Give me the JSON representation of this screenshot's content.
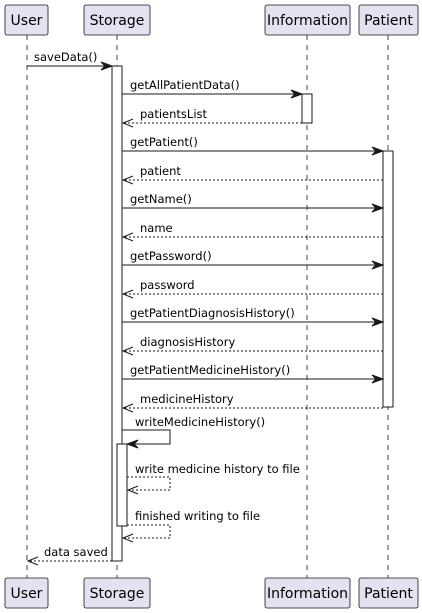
{
  "participants": [
    {
      "id": "user",
      "label": "User"
    },
    {
      "id": "storage",
      "label": "Storage"
    },
    {
      "id": "information",
      "label": "Information"
    },
    {
      "id": "patient",
      "label": "Patient"
    }
  ],
  "messages": [
    {
      "id": "m1",
      "text": "saveData()"
    },
    {
      "id": "m2",
      "text": "getAllPatientData()"
    },
    {
      "id": "m3",
      "text": "patientsList"
    },
    {
      "id": "m4",
      "text": "getPatient()"
    },
    {
      "id": "m5",
      "text": "patient"
    },
    {
      "id": "m6",
      "text": "getName()"
    },
    {
      "id": "m7",
      "text": "name"
    },
    {
      "id": "m8",
      "text": "getPassword()"
    },
    {
      "id": "m9",
      "text": "password"
    },
    {
      "id": "m10",
      "text": "getPatientDiagnosisHistory()"
    },
    {
      "id": "m11",
      "text": "diagnosisHistory"
    },
    {
      "id": "m12",
      "text": "getPatientMedicineHistory()"
    },
    {
      "id": "m13",
      "text": "medicineHistory"
    },
    {
      "id": "m14",
      "text": "writeMedicineHistory()"
    },
    {
      "id": "m15",
      "text": "write medicine history to file"
    },
    {
      "id": "m16",
      "text": "finished writing to file"
    },
    {
      "id": "m17",
      "text": "data saved"
    }
  ]
}
